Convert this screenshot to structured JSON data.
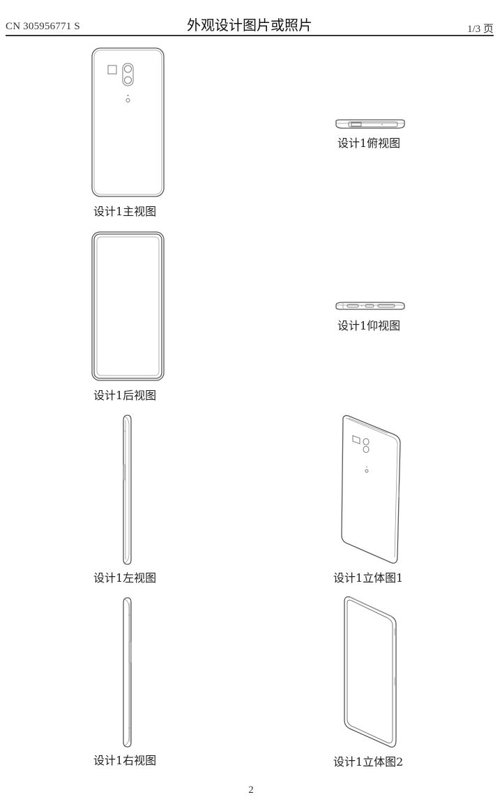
{
  "header": {
    "doc_id": "CN 305956771 S",
    "title": "外观设计图片或照片",
    "page_of": "1/3 页"
  },
  "figures": [
    {
      "id": "front",
      "caption": "设计1主视图",
      "icon": "phone-back-view-drawing"
    },
    {
      "id": "top",
      "caption": "设计1俯视图",
      "icon": "phone-top-view-drawing"
    },
    {
      "id": "rear",
      "caption": "设计1后视图",
      "icon": "phone-screen-view-drawing"
    },
    {
      "id": "bottom",
      "caption": "设计1仰视图",
      "icon": "phone-bottom-view-drawing"
    },
    {
      "id": "left",
      "caption": "设计1左视图",
      "icon": "phone-left-side-drawing"
    },
    {
      "id": "perspective1",
      "caption": "设计1立体图1",
      "icon": "phone-perspective-back-drawing"
    },
    {
      "id": "right",
      "caption": "设计1右视图",
      "icon": "phone-right-side-drawing"
    },
    {
      "id": "perspective2",
      "caption": "设计1立体图2",
      "icon": "phone-perspective-front-drawing"
    }
  ],
  "footer": {
    "page_number": "2"
  }
}
